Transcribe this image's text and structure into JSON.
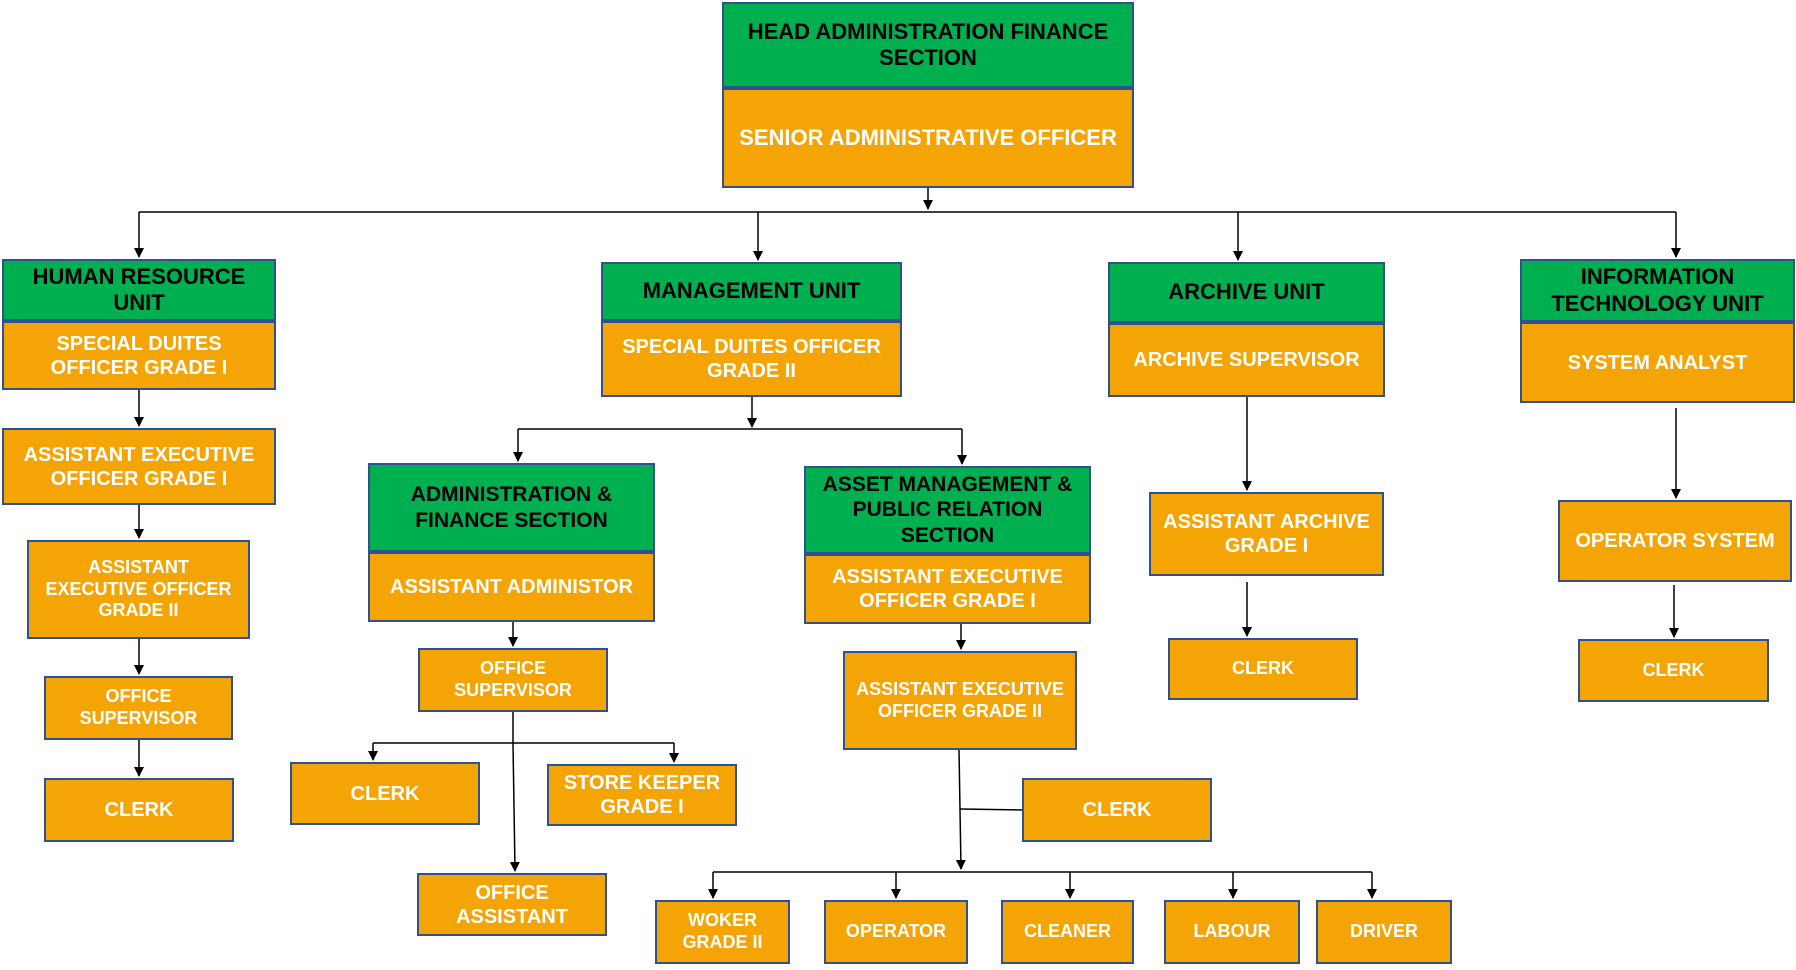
{
  "nodes": {
    "head": "HEAD ADMINISTRATION FINANCE SECTION",
    "senior": "SENIOR ADMINISTRATIVE OFFICER",
    "hr_unit": "HUMAN RESOURCE UNIT",
    "hr_sdo": "SPECIAL DUITES OFFICER GRADE I",
    "hr_aeo1": "ASSISTANT EXECUTIVE OFFICER GRADE I",
    "hr_aeo2": "ASSISTANT EXECUTIVE OFFICER GRADE II",
    "hr_office_supervisor": "OFFICE SUPERVISOR",
    "hr_clerk": "CLERK",
    "mgmt_unit": "MANAGEMENT UNIT",
    "mgmt_sdo": "SPECIAL DUITES OFFICER GRADE  II",
    "admin_fin_section": "ADMINISTRATION & FINANCE SECTION",
    "asst_administor": "ASSISTANT ADMINISTOR",
    "af_office_supervisor": "OFFICE SUPERVISOR",
    "af_clerk": "CLERK",
    "store_keeper": "STORE KEEPER GRADE I",
    "office_assistant": "OFFICE ASSISTANT",
    "asset_section": "ASSET MANAGEMENT & PUBLIC RELATION SECTION",
    "asset_aeo1": "ASSISTANT EXECUTIVE OFFICER GRADE I",
    "asset_aeo2": "ASSISTANT EXECUTIVE OFFICER GRADE II",
    "asset_clerk": "CLERK",
    "woker": "WOKER GRADE II",
    "operator": "OPERATOR",
    "cleaner": "CLEANER",
    "labour": "LABOUR",
    "driver": "DRIVER",
    "archive_unit": "ARCHIVE UNIT",
    "archive_supervisor": "ARCHIVE SUPERVISOR",
    "asst_archive": "ASSISTANT ARCHIVE GRADE I",
    "archive_clerk": "CLERK",
    "it_unit": "INFORMATION TECHNOLOGY UNIT",
    "system_analyst": "SYSTEM ANALYST",
    "operator_system": "OPERATOR SYSTEM",
    "it_clerk": "CLERK"
  },
  "colors": {
    "header_green": "#00b050",
    "role_orange": "#f5a405",
    "border_blue": "#2f528f"
  }
}
